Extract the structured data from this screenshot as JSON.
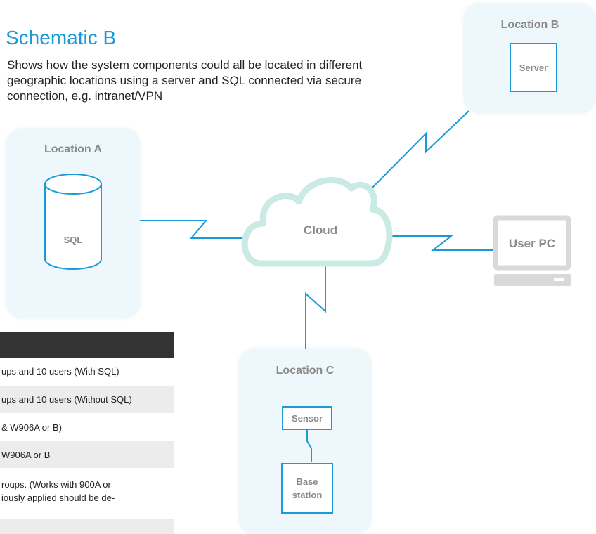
{
  "header": {
    "title": "Schematic B",
    "description": "Shows how the system components could all be located in different geographic locations using a server and SQL connected via secure connection, e.g. intranet/VPN"
  },
  "diagram": {
    "location_a": {
      "label": "Location A",
      "component": "SQL"
    },
    "location_b": {
      "label": "Location B",
      "component": "Server"
    },
    "location_c": {
      "label": "Location C",
      "sensor": "Sensor",
      "base_station_line1": "Base",
      "base_station_line2": "station"
    },
    "cloud": {
      "label": "Cloud"
    },
    "user_pc": {
      "label": "User PC"
    }
  },
  "table": {
    "rows": [
      {
        "lines": [
          "ups and 10 users (With SQL)"
        ]
      },
      {
        "lines": [
          "ups and 10 users (Without SQL)"
        ]
      },
      {
        "lines": [
          "& W906A or B)"
        ]
      },
      {
        "lines": [
          " W906A or B"
        ]
      },
      {
        "lines": [
          "roups. (Works with 900A or",
          "iously applied should be de-"
        ]
      },
      {
        "lines": [
          ""
        ]
      }
    ]
  },
  "colors": {
    "accent": "#1a9ad6",
    "cloud_outline": "#c9ebe4",
    "box_background": "#eef7fc",
    "label_gray": "#8a8a8a",
    "table_header": "#333333",
    "table_stripe": "#ececec"
  }
}
